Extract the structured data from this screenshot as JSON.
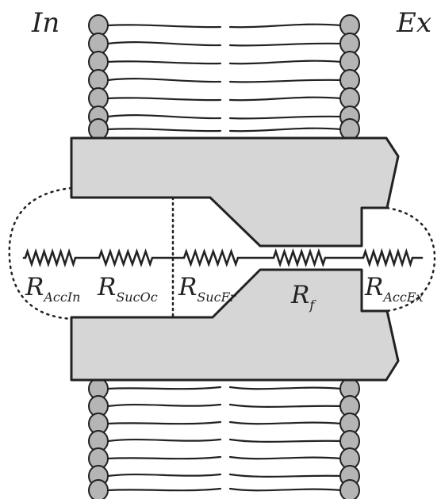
{
  "labels": {
    "inside": "In",
    "outside": "Ex"
  },
  "resistors": [
    {
      "main": "R",
      "sub": "AccIn"
    },
    {
      "main": "R",
      "sub": "SucOc"
    },
    {
      "main": "R",
      "sub": "SucFr"
    },
    {
      "main": "R",
      "sub": "f"
    },
    {
      "main": "R",
      "sub": "AccEx"
    }
  ],
  "colors": {
    "channel_fill": "#d6d6d6",
    "outline": "#222222",
    "lipid_head": "#b5b5b5"
  },
  "icons": {
    "lipid": "phospholipid-head-with-tails",
    "resistor": "zigzag-resistor"
  }
}
